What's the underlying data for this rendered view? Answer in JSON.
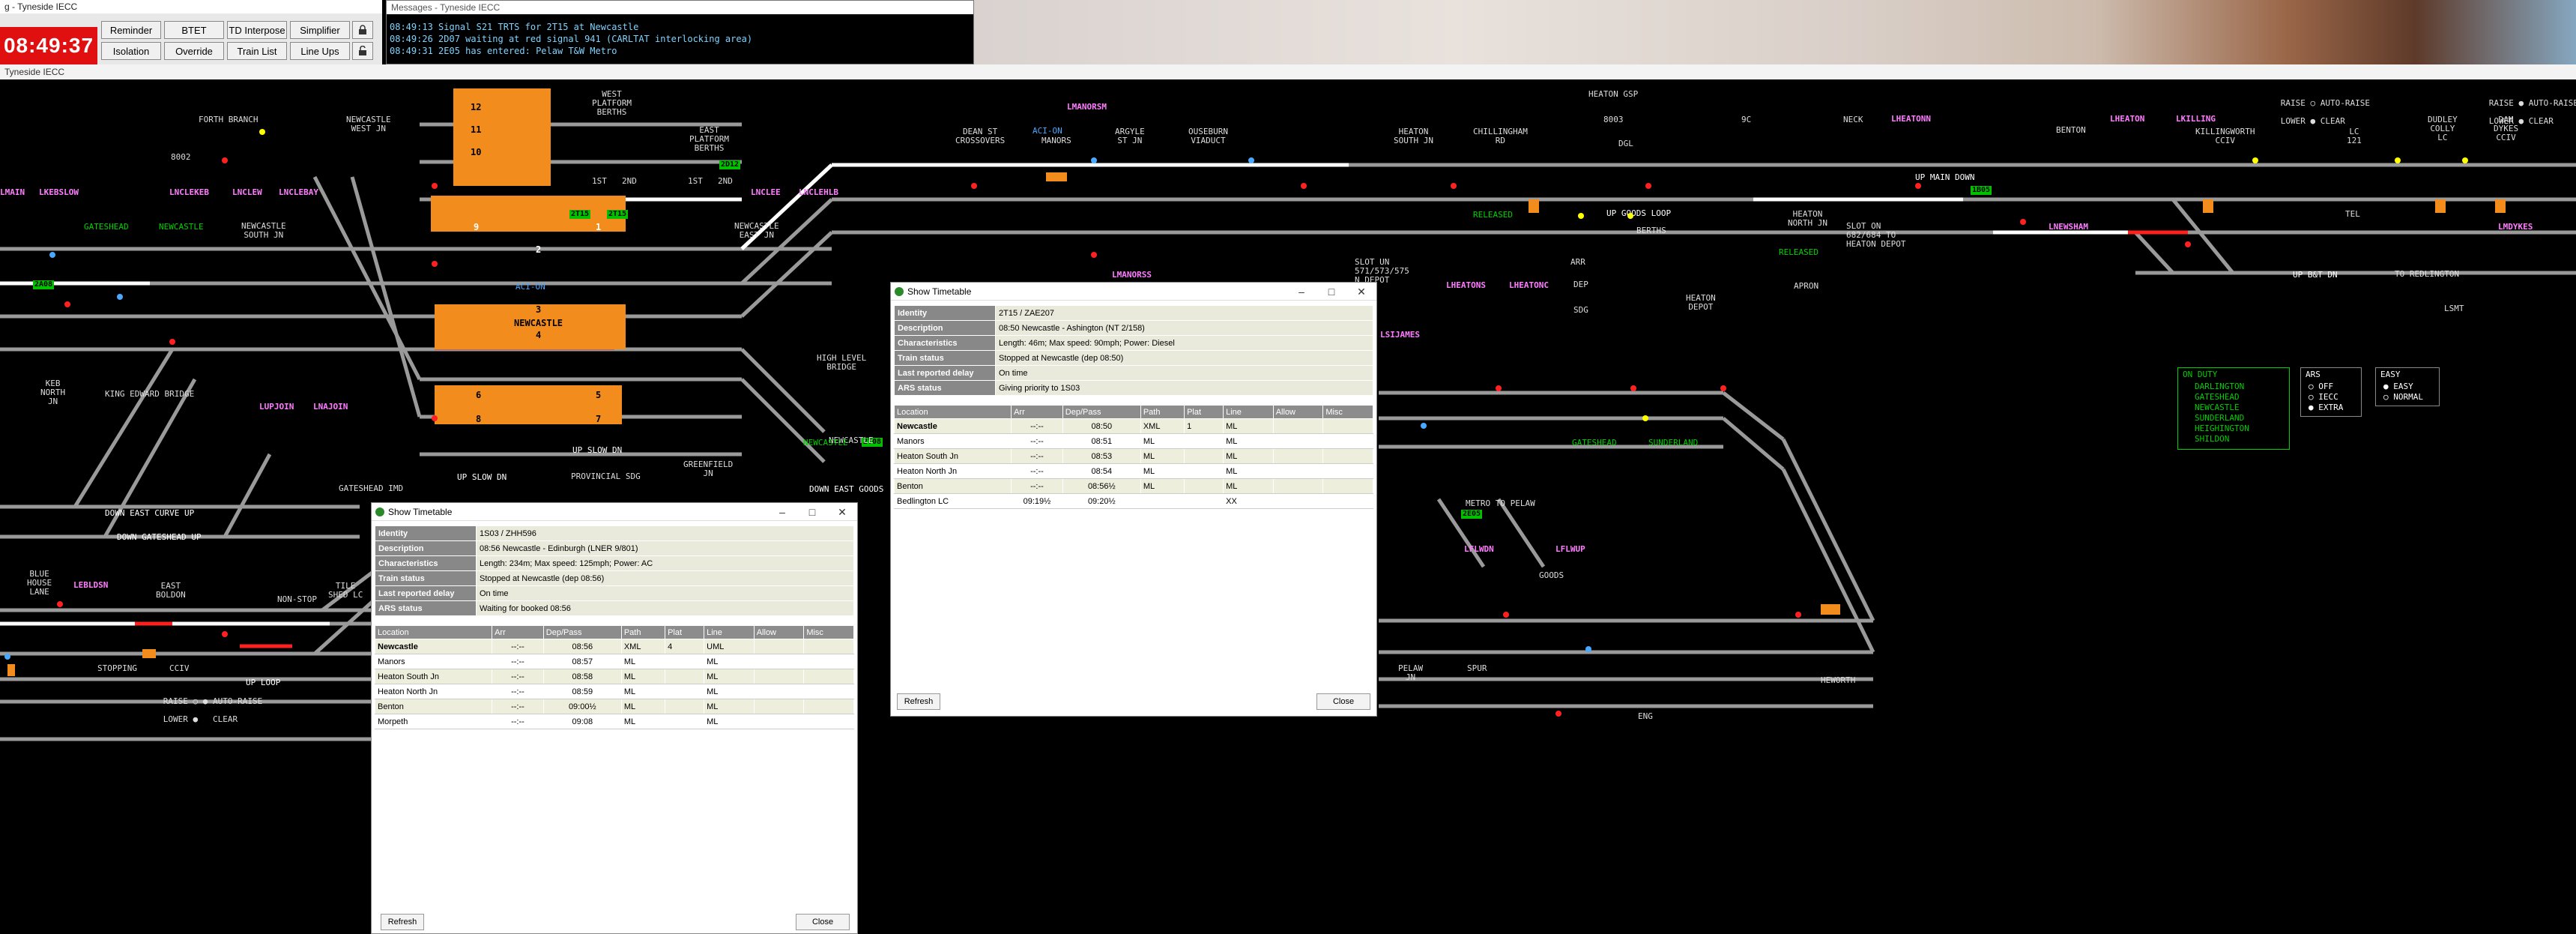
{
  "control_window": {
    "title": "g - Tyneside IECC",
    "clock": "08:49:37",
    "buttons": [
      "Reminder",
      "BTET",
      "TD Interpose",
      "Simplifier",
      "Isolation",
      "Override",
      "Train List",
      "Line Ups"
    ]
  },
  "messages_window": {
    "title": "Messages - Tyneside IECC",
    "lines": [
      "08:49:13 Signal S21 TRTS for 2T15 at Newcastle",
      "08:49:26 2D07 waiting at red signal 941 (CARLTAT interlocking area)",
      "08:49:31 2E05 has entered: Pelaw T&W Metro"
    ]
  },
  "main_title": "Tyneside IECC",
  "diagram": {
    "colors": {
      "track": "#9a9a9a",
      "route": "#ffffff",
      "platform": "#f28c1c",
      "berth": "#00c000",
      "signal_red": "#ff2020",
      "control": "#ff7cff",
      "panel": "#00d000"
    },
    "labels": [
      {
        "t": "FORTH BRANCH"
      },
      {
        "t": "NEWCASTLE\nWEST JN"
      },
      {
        "t": "WEST\nPLATFORM\nBERTHS"
      },
      {
        "t": "EAST\nPLATFORM\nBERTHS"
      },
      {
        "t": "NEWCASTLE\nSOUTH JN"
      },
      {
        "t": "NEWCASTLE\nEAST JN"
      },
      {
        "t": "DEAN ST\nCROSSOVERS"
      },
      {
        "t": "MANORS"
      },
      {
        "t": "ARGYLE\nST JN"
      },
      {
        "t": "OUSEBURN\nVIADUCT"
      },
      {
        "t": "HEATON\nSOUTH JN"
      },
      {
        "t": "CHILLINGHAM\nRD"
      },
      {
        "t": "HEATON GSP"
      },
      {
        "t": "DGL"
      },
      {
        "t": "NECK"
      },
      {
        "t": "BENTON"
      },
      {
        "t": "KILLINGWORTH\nCCIV"
      },
      {
        "t": "LC\n121"
      },
      {
        "t": "DUDLEY\nCOLLY\nLC"
      },
      {
        "t": "DAM\nDYKES\nCCIV"
      },
      {
        "t": "KEB\nNORTH\nJN"
      },
      {
        "t": "KING EDWARD BRIDGE"
      },
      {
        "t": "HIGH LEVEL\nBRIDGE"
      },
      {
        "t": "GATESHEAD IMD"
      },
      {
        "t": "GREENFIELD\nJN"
      },
      {
        "t": "PROVINCIAL SDG"
      },
      {
        "t": "BLUE\nHOUSE\nLANE"
      },
      {
        "t": "EAST\nBOLDON"
      },
      {
        "t": "TILE\nSHED LC"
      },
      {
        "t": "NON-STOP"
      },
      {
        "t": "STOPPING"
      },
      {
        "t": "CCIV"
      },
      {
        "t": "HEATON\nNORTH JN"
      },
      {
        "t": "HEATON\nDEPOT"
      },
      {
        "t": "DEP"
      },
      {
        "t": "SDG"
      },
      {
        "t": "ARR"
      },
      {
        "t": "METRO TO PELAW"
      },
      {
        "t": "GOODS"
      },
      {
        "t": "PELAW\nJN"
      },
      {
        "t": "SPUR"
      },
      {
        "t": "ENG"
      },
      {
        "t": "HEWORTH"
      },
      {
        "t": "TO REDLINGTON"
      },
      {
        "t": "LSMT"
      },
      {
        "t": "NEWCASTLE"
      },
      {
        "t": "BERTHS"
      }
    ],
    "flow_labels": [
      "UP MAIN DOWN",
      "UP GOODS LOOP",
      "DOWN EAST CURVE UP",
      "DOWN GATESHEAD UP",
      "UP SLOW DN",
      "UP SLOW DN",
      "UP LOOP",
      "DOWN EAST GOODS",
      "UP B&T DN"
    ],
    "control_labels": [
      "LMANORSM",
      "LHEATONN",
      "LHEATON",
      "LKILLING",
      "LNEWSHAM",
      "LMDYKES",
      "LMAIN",
      "LKEBSLOW",
      "LNCLEKEB",
      "LNCLEW",
      "LNCLEBAY",
      "LNCLEE",
      "LNCLEHLB",
      "LMANORSS",
      "LHEATONS",
      "LHEATONC",
      "LSIJAMES",
      "LUPJOIN",
      "LNAJOIN",
      "LEBLDSN",
      "LFLWUP",
      "LFLWDN"
    ],
    "berths": [
      "2T15",
      "2T15",
      "2A08",
      "2D12",
      "2E05",
      "1B05",
      "2T08"
    ],
    "platforms": [
      "12",
      "11",
      "10",
      "9",
      "2",
      "1",
      "3",
      "4",
      "6",
      "5",
      "8",
      "7"
    ],
    "platform_title": "NEWCASTLE",
    "misc": [
      "ACI-ON",
      "ACI-ON",
      "RELEASED",
      "RELEASED",
      "SLOT UN\n571/573/575\nN DEPOT",
      "SLOT ON\n682/684 TO\nHEATON DEPOT",
      "GATESHEAD",
      "SUNDERLAND",
      "APRON",
      "TEL",
      "8002",
      "8003",
      "9C",
      "1ST",
      "2ND",
      "1ST",
      "2ND",
      "GATESHEAD",
      "NEWCASTLE",
      "NEWCASTLE",
      "RE",
      "RE",
      "R",
      "R"
    ],
    "legend_raise": [
      {
        "a": "RAISE",
        "b": "AUTO-RAISE"
      },
      {
        "a": "LOWER",
        "b": "CLEAR"
      },
      {
        "a": "RAISE",
        "b": "AUTO-RAISE"
      },
      {
        "a": "LOWER",
        "b": "CLEAR"
      },
      {
        "a": "RAISE",
        "b": "AUTO-RAISE"
      },
      {
        "a": "LOWER",
        "b": "CLEAR"
      }
    ],
    "on_duty": {
      "title": "ON DUTY",
      "items": [
        "DARLINGTON",
        "GATESHEAD",
        "NEWCASTLE",
        "SUNDERLAND",
        "HEIGHINGTON",
        "SHILDON"
      ]
    },
    "ars": {
      "title": "ARS",
      "items": [
        "OFF",
        "IECC",
        "EXTRA"
      ]
    },
    "easy": {
      "title": "EASY",
      "items": [
        "EASY",
        "NORMAL"
      ]
    }
  },
  "dialog_1": {
    "title": "Show Timetable",
    "info": [
      {
        "k": "Identity",
        "v": "1S03 / ZHH596"
      },
      {
        "k": "Description",
        "v": "08:56 Newcastle - Edinburgh (LNER 9/801)"
      },
      {
        "k": "Characteristics",
        "v": "Length: 234m; Max speed: 125mph; Power: AC"
      },
      {
        "k": "Train status",
        "v": "Stopped at Newcastle (dep 08:56)"
      },
      {
        "k": "Last reported delay",
        "v": "On time"
      },
      {
        "k": "ARS status",
        "v": "Waiting for booked 08:56"
      }
    ],
    "headers": [
      "Location",
      "Arr",
      "Dep/Pass",
      "Path",
      "Plat",
      "Line",
      "Allow",
      "Misc"
    ],
    "rows": [
      [
        "Newcastle",
        "--:--",
        "08:56",
        "XML",
        "4",
        "UML",
        "",
        ""
      ],
      [
        "Manors",
        "--:--",
        "08:57",
        "ML",
        "",
        "ML",
        "",
        ""
      ],
      [
        "Heaton South Jn",
        "--:--",
        "08:58",
        "ML",
        "",
        "ML",
        "",
        ""
      ],
      [
        "Heaton North Jn",
        "--:--",
        "08:59",
        "ML",
        "",
        "ML",
        "",
        ""
      ],
      [
        "Benton",
        "--:--",
        "09:00½",
        "ML",
        "",
        "ML",
        "",
        ""
      ],
      [
        "Morpeth",
        "--:--",
        "09:08",
        "ML",
        "",
        "ML",
        "",
        ""
      ]
    ],
    "refresh": "Refresh",
    "close": "Close"
  },
  "dialog_2": {
    "title": "Show Timetable",
    "info": [
      {
        "k": "Identity",
        "v": "2T15 / ZAE207"
      },
      {
        "k": "Description",
        "v": "08:50 Newcastle - Ashington (NT 2/158)"
      },
      {
        "k": "Characteristics",
        "v": "Length: 46m; Max speed: 90mph; Power: Diesel"
      },
      {
        "k": "Train status",
        "v": "Stopped at Newcastle (dep 08:50)"
      },
      {
        "k": "Last reported delay",
        "v": "On time"
      },
      {
        "k": "ARS status",
        "v": "Giving priority to 1S03"
      }
    ],
    "headers": [
      "Location",
      "Arr",
      "Dep/Pass",
      "Path",
      "Plat",
      "Line",
      "Allow",
      "Misc"
    ],
    "rows": [
      [
        "Newcastle",
        "--:--",
        "08:50",
        "XML",
        "1",
        "ML",
        "",
        ""
      ],
      [
        "Manors",
        "--:--",
        "08:51",
        "ML",
        "",
        "ML",
        "",
        ""
      ],
      [
        "Heaton South Jn",
        "--:--",
        "08:53",
        "ML",
        "",
        "ML",
        "",
        ""
      ],
      [
        "Heaton North Jn",
        "--:--",
        "08:54",
        "ML",
        "",
        "ML",
        "",
        ""
      ],
      [
        "Benton",
        "--:--",
        "08:56½",
        "ML",
        "",
        "ML",
        "",
        ""
      ],
      [
        "Bedlington LC",
        "09:19½",
        "09:20½",
        "",
        "",
        "XX",
        "",
        ""
      ]
    ],
    "refresh": "Refresh",
    "close": "Close"
  }
}
